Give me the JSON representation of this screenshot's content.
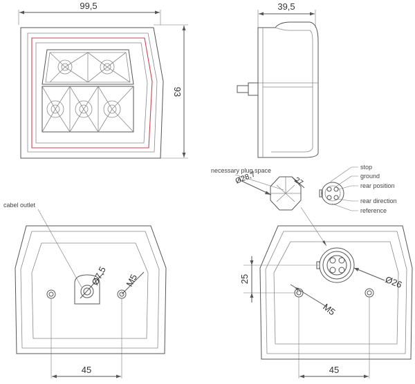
{
  "dimensions": {
    "width_front": "99,5",
    "depth_side": "39,5",
    "height_front": "93",
    "plug_diameter": "Ø28,7",
    "plug_depth": "27",
    "outlet_diameter": "Ø7,5",
    "thread_left": "M5",
    "spacing_left": "45",
    "socket_height": "25",
    "socket_diameter": "Ø26",
    "thread_right": "M5",
    "spacing_right": "45"
  },
  "labels": {
    "plug_space": "necessary plug space",
    "cable_outlet": "cabel outlet"
  },
  "pin_legend": [
    "stop",
    "ground",
    "rear position",
    "rear direction",
    "reference"
  ],
  "colors": {
    "line": "#555555",
    "accent": "#d04050",
    "text": "#333333"
  }
}
